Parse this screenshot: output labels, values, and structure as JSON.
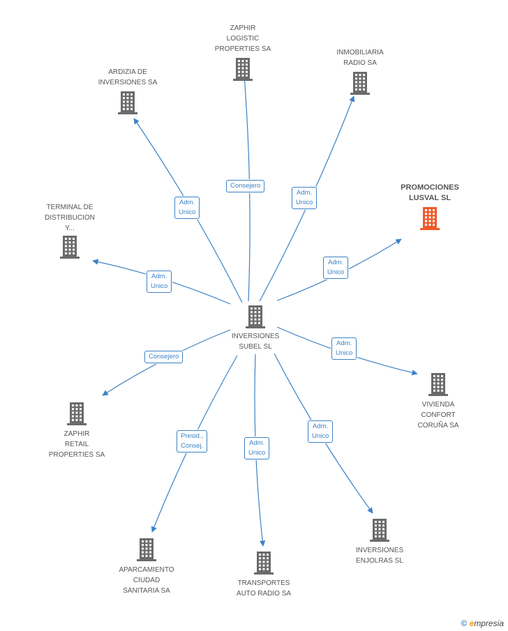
{
  "center": {
    "name": "INVERSIONES\nSUBEL SL"
  },
  "nodes": [
    {
      "id": "zaphir-logistic",
      "name": "ZAPHIR\nLOGISTIC\nPROPERTIES SA"
    },
    {
      "id": "inmobiliaria-radio",
      "name": "INMOBILIARIA\nRADIO SA"
    },
    {
      "id": "ardizia",
      "name": "ARDIZIA DE\nINVERSIONES SA"
    },
    {
      "id": "promociones-lusval",
      "name": "PROMOCIONES\nLUSVAL SL",
      "highlight": true
    },
    {
      "id": "terminal",
      "name": "TERMINAL DE\nDISTRIBUCION\nY..."
    },
    {
      "id": "vivienda-confort",
      "name": "VIVIENDA\nCONFORT\nCORUÑA SA"
    },
    {
      "id": "zaphir-retail",
      "name": "ZAPHIR\nRETAIL\nPROPERTIES SA"
    },
    {
      "id": "inversiones-enjolras",
      "name": "INVERSIONES\nENJOLRAS SL"
    },
    {
      "id": "aparcamiento",
      "name": "APARCAMIENTO\nCIUDAD\nSANITARIA SA"
    },
    {
      "id": "transportes",
      "name": "TRANSPORTES\nAUTO RADIO SA"
    }
  ],
  "edges": [
    {
      "to": "zaphir-logistic",
      "label": "Consejero"
    },
    {
      "to": "inmobiliaria-radio",
      "label": "Adm.\nUnico"
    },
    {
      "to": "ardizia",
      "label": "Adm.\nUnico"
    },
    {
      "to": "promociones-lusval",
      "label": "Adm.\nUnico"
    },
    {
      "to": "terminal",
      "label": "Adm.\nUnico"
    },
    {
      "to": "vivienda-confort",
      "label": "Adm.\nUnico"
    },
    {
      "to": "zaphir-retail",
      "label": "Consejero"
    },
    {
      "to": "inversiones-enjolras",
      "label": "Adm.\nUnico"
    },
    {
      "to": "aparcamiento",
      "label": "Presid.,\nConsej."
    },
    {
      "to": "transportes",
      "label": "Adm.\nUnico"
    }
  ],
  "colors": {
    "edge": "#3b82c4",
    "building": "#6b6b6b",
    "highlight": "#f05a28"
  },
  "footer": {
    "copyright": "©",
    "brand_initial": "e",
    "brand_rest": "mpresia"
  }
}
